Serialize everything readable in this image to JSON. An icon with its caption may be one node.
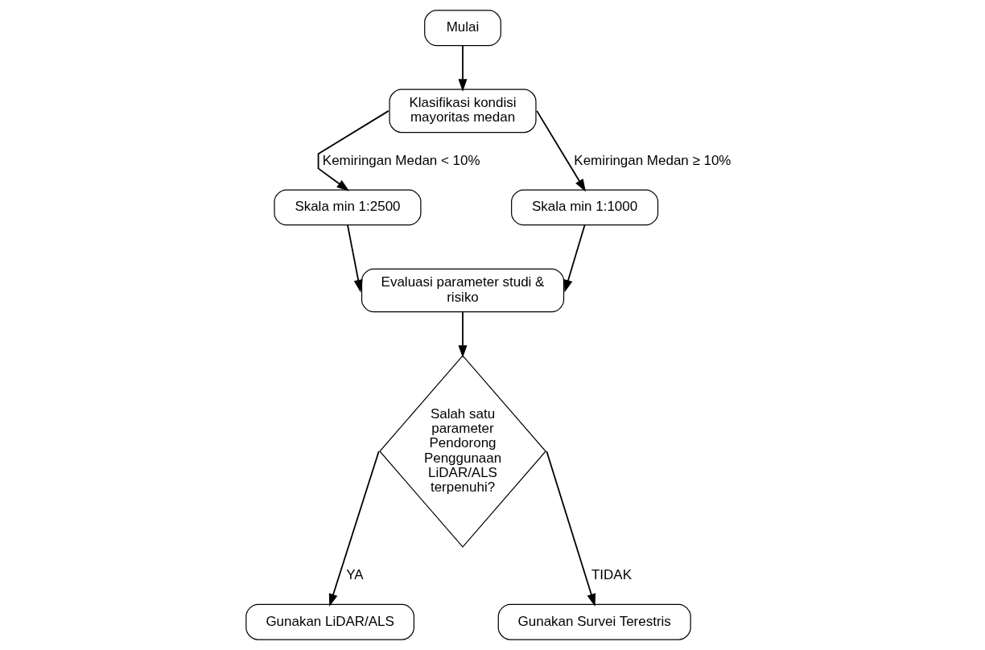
{
  "diagram": {
    "nodes": [
      {
        "text": [
          "Mulai"
        ]
      },
      {
        "text": [
          "Klasifikasi kondisi mayoritas medan"
        ]
      },
      {
        "text": [
          "Skala min 1:2500"
        ]
      },
      {
        "text": [
          "Skala min 1:1000"
        ]
      },
      {
        "text": [
          "Evaluasi parameter studi & risiko"
        ]
      },
      {
        "text": [
          "Salah satu parameter Pendorong Penggunaan LiDAR/ALS terpenuhi?"
        ]
      },
      {
        "text": [
          "Gunakan LiDAR/ALS"
        ]
      },
      {
        "text": [
          "Gunakan Survei Terestris"
        ]
      }
    ],
    "edges": [
      {
        "from": 0,
        "to": 1,
        "arrow": "to"
      },
      {
        "from": 1,
        "to": 2,
        "arrow": "to",
        "label": "Kemiringan Medan < 10%"
      },
      {
        "from": 1,
        "to": 3,
        "arrow": "to",
        "label": "Kemiringan Medan ≥ 10%"
      },
      {
        "from": 2,
        "to": 4,
        "arrow": "to"
      },
      {
        "from": 3,
        "to": 4,
        "arrow": "to"
      },
      {
        "from": 4,
        "to": 5,
        "arrow": "to"
      },
      {
        "from": 5,
        "to": 6,
        "arrow": "to",
        "label": "YA"
      },
      {
        "from": 5,
        "to": 7,
        "arrow": "to",
        "label": "TIDAK"
      }
    ]
  }
}
